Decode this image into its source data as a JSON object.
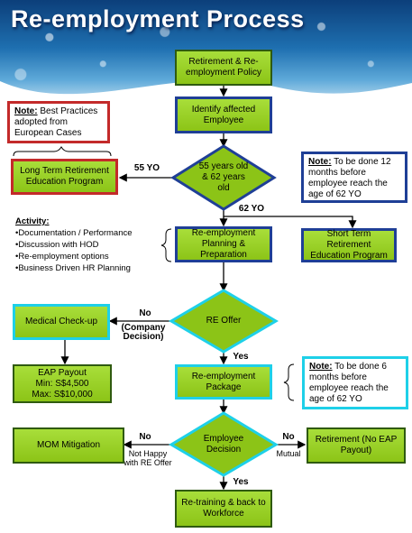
{
  "title": "Re-employment Process",
  "nodes": {
    "policy": "Retirement & Re-employment Policy",
    "identify": "Identify affected Employee",
    "decision_age": "55 years old & 62 years old",
    "long_term": "Long Term Retirement Education Program",
    "short_term": "Short Term Retirement Education Program",
    "planning": "Re-employment Planning & Preparation",
    "re_offer": "RE Offer",
    "medical": "Medical Check-up",
    "eap_title": "EAP Payout",
    "eap_min": "Min: S$4,500",
    "eap_max": "Max: S$10,000",
    "package": "Re-employment Package",
    "emp_decision": "Employee Decision",
    "mom": "MOM Mitigation",
    "retirement": "Retirement (No EAP Payout)",
    "retraining": "Re-training & back to Workforce"
  },
  "notes": {
    "best_label": "Note:",
    "best_text": " Best Practices adopted from European Cases",
    "note62_label": "Note:",
    "note62_text": " To be done 12 months before employee reach the age of 62 YO",
    "note6_label": "Note:",
    "note6_text": " To be done 6 months before employee reach the age of 62 YO"
  },
  "activity": {
    "heading": "Activity:",
    "items": [
      "•Documentation / Performance",
      "•Discussion with HOD",
      "•Re-employment options",
      "•Business Driven HR Planning"
    ]
  },
  "labels": {
    "yo55": "55 YO",
    "yo62": "62 YO",
    "no_company": "No",
    "company_decision": "(Company Decision)",
    "yes_offer": "Yes",
    "no_left": "No",
    "not_happy": "Not Happy with RE Offer",
    "no_right": "No",
    "mutual": "Mutual",
    "yes_bottom": "Yes"
  },
  "colors": {
    "box_fill": "#8cc417",
    "border_green": "#2f5a10",
    "border_blue": "#1f3f96",
    "border_red": "#c32a2a",
    "border_cyan": "#1ed0e8"
  }
}
